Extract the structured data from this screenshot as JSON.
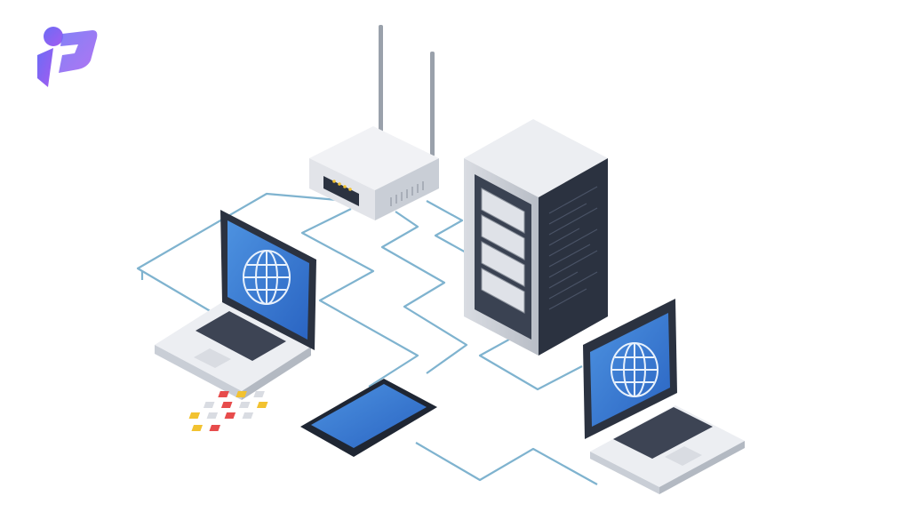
{
  "logo": {
    "icon": "brand-logo-icon",
    "color_start": "#6c6cf5",
    "color_end": "#9b5cf0"
  },
  "palette": {
    "cable": "#7fb3cf",
    "screen": "#2f6fcc",
    "screen_light": "#4d92e0",
    "device_light": "#eceef2",
    "device_mid": "#c9ced6",
    "device_dark": "#8e949e",
    "rack_front": "#2b3240",
    "server_led": "#f2c230"
  },
  "scene": {
    "devices": [
      {
        "name": "router",
        "icon": "wifi-router-icon"
      },
      {
        "name": "server-rack",
        "icon": "server-rack-icon"
      },
      {
        "name": "laptop-left",
        "icon": "laptop-icon"
      },
      {
        "name": "laptop-right",
        "icon": "laptop-icon"
      },
      {
        "name": "smartphone",
        "icon": "smartphone-icon"
      }
    ]
  }
}
